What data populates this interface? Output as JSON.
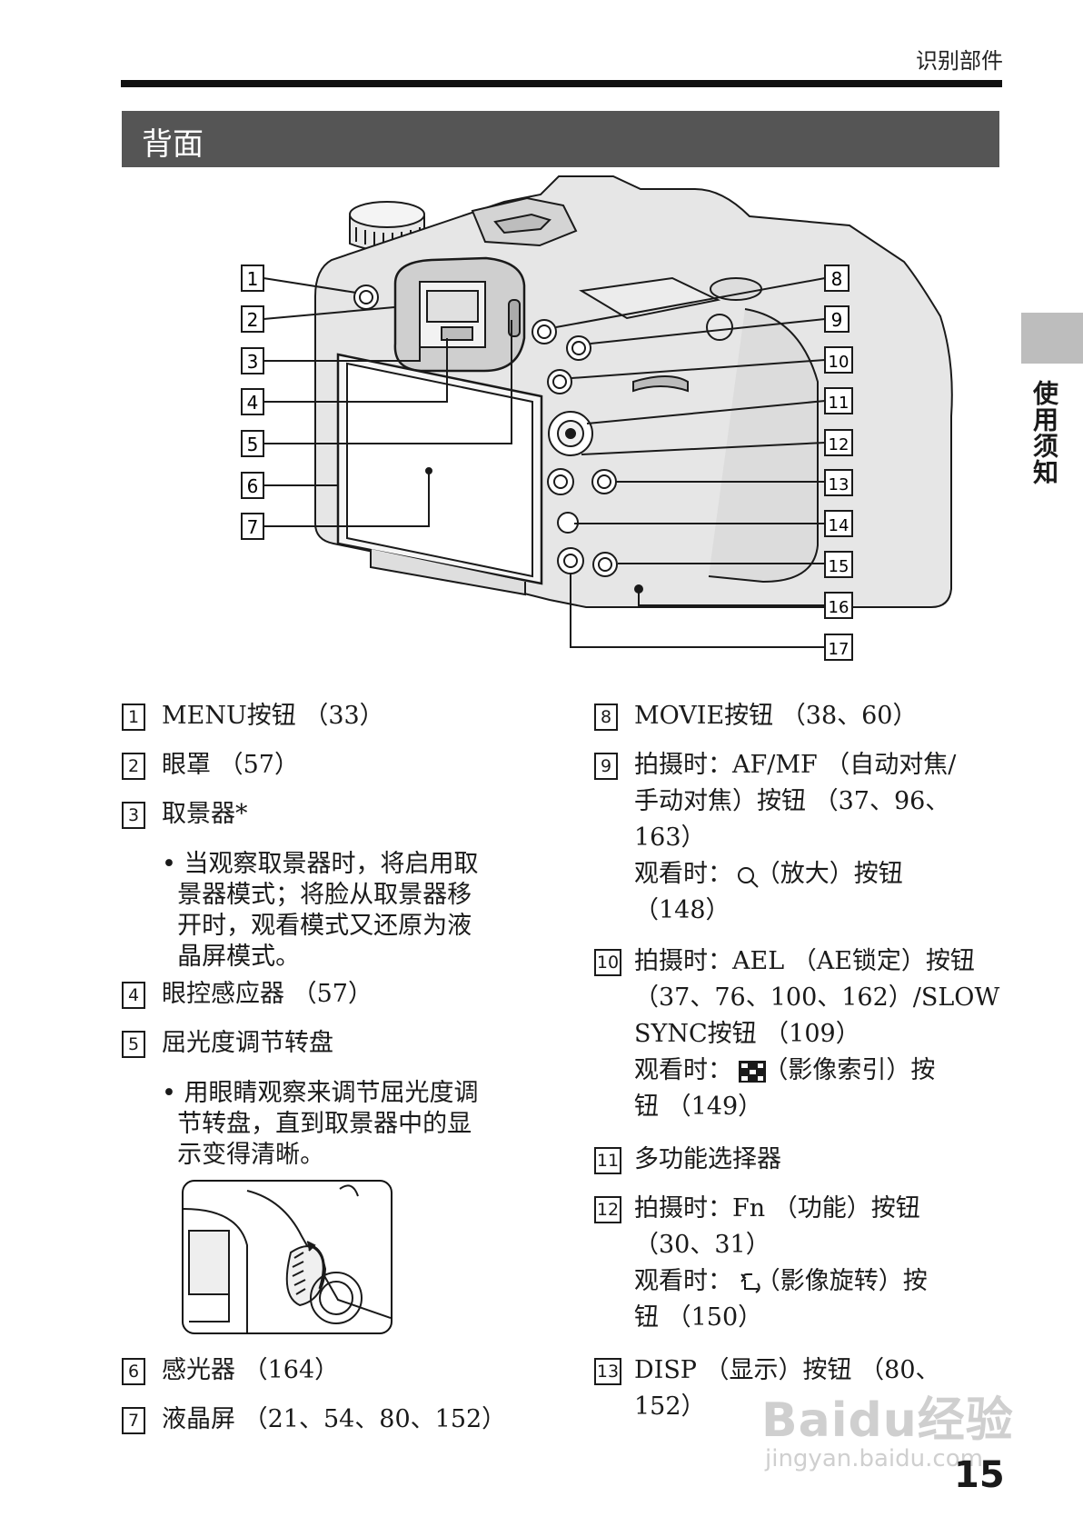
{
  "header": {
    "section": "识别部件",
    "title": "背面"
  },
  "side_tab": {
    "label": "使用须知"
  },
  "diagram": {
    "callouts_left": [
      "1",
      "2",
      "3",
      "4",
      "5",
      "6",
      "7"
    ],
    "callouts_right": [
      "8",
      "9",
      "10",
      "11",
      "12",
      "13",
      "14",
      "15",
      "16",
      "17"
    ]
  },
  "items_left": [
    {
      "num": "1",
      "text": "MENU按钮 （33）"
    },
    {
      "num": "2",
      "text": "眼罩 （57）"
    },
    {
      "num": "3",
      "text": "取景器*",
      "bullet": [
        "• 当观察取景器时，将启用取",
        "  景器模式；将脸从取景器移",
        "  开时，观看模式又还原为液",
        "  晶屏模式。"
      ]
    },
    {
      "num": "4",
      "text": "眼控感应器 （57）"
    },
    {
      "num": "5",
      "text": "屈光度调节转盘",
      "bullet": [
        "• 用眼睛观察来调节屈光度调",
        "  节转盘，直到取景器中的显",
        "  示变得清晰。"
      ]
    },
    {
      "num": "6",
      "text": "感光器 （164）"
    },
    {
      "num": "7",
      "text": "液晶屏 （21、54、80、152）"
    }
  ],
  "items_right": [
    {
      "num": "8",
      "lines": [
        "MOVIE按钮 （38、60）"
      ]
    },
    {
      "num": "9",
      "lines": [
        "拍摄时：AF/MF （自动对焦/",
        "手动对焦）按钮 （37、96、",
        "163）",
        "观看时：   （放大）按钮",
        "（148）"
      ]
    },
    {
      "num": "10",
      "lines": [
        "拍摄时：AEL （AE锁定）按钮",
        "（37、76、100、162）/SLOW",
        "SYNC按钮 （109）",
        "观看时：    （影像索引）按",
        "钮 （149）"
      ]
    },
    {
      "num": "11",
      "lines": [
        "多功能选择器"
      ]
    },
    {
      "num": "12",
      "lines": [
        "拍摄时：Fn （功能）按钮",
        "（30、31）",
        "观看时：   （影像旋转）按",
        "钮 （150）"
      ]
    },
    {
      "num": "13",
      "lines": [
        "DISP （显示）按钮 （80、",
        "152）"
      ]
    }
  ],
  "page_number": "15",
  "watermark": {
    "brand": "Baidu经验",
    "url": "jingyan.baidu.com"
  }
}
